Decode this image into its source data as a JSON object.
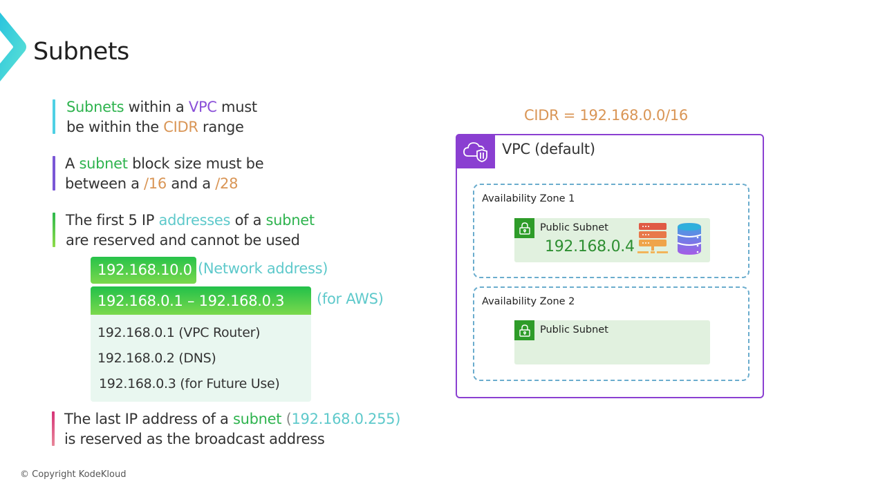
{
  "header": {
    "title": "Subnets",
    "logo_icon": "chevron-logo-icon"
  },
  "colors": {
    "green": "#2eb34e",
    "purple": "#8a4fd8",
    "orange": "#d99555",
    "teal": "#5ec9cb",
    "vpc_border": "#8a3fd1",
    "az_border": "#6aaccd",
    "subnet_bg": "#e1f1df",
    "lock_bg": "#2e9c29"
  },
  "bullets": {
    "b1": {
      "w1": "Subnets",
      "w2": " within a ",
      "w3": "VPC",
      "w4": " must",
      "w5": "be within the ",
      "w6": "CIDR",
      "w7": " range"
    },
    "b2": {
      "w1": "A ",
      "w2": "subnet",
      "w3": " block size must be",
      "w4": "between a ",
      "w5": "/16",
      "w6": " and a ",
      "w7": "/28"
    },
    "b3": {
      "w1": "The first 5 IP ",
      "w2": "addresses",
      "w3": " of a ",
      "w4": "subnet",
      "w5": "are reserved and cannot be used"
    },
    "b4": {
      "w1": "The last IP address of a ",
      "w2": "subnet",
      "w3": " (",
      "w4": "192.168.0.255)",
      "w5": "is reserved as the broadcast address"
    }
  },
  "reserved": {
    "network_ip": "192.168.10.0",
    "network_label": "(Network address)",
    "aws_range": "192.168.0.1 – 192.168.0.3",
    "aws_label": "(for AWS)",
    "aws_items": [
      "192.168.0.1 (VPC Router)",
      "192.168.0.2 (DNS)",
      "192.168.0.3 (for Future Use)"
    ]
  },
  "diagram": {
    "cidr": "CIDR = 192.168.0.0/16",
    "vpc_title": "VPC (default)",
    "vpc_icon": "cloud-shield-icon",
    "zones": [
      {
        "title": "Availability Zone 1",
        "subnet": {
          "title": "Public Subnet",
          "ip": "192.168.0.4",
          "icons": [
            "server-icon",
            "database-icon"
          ]
        }
      },
      {
        "title": "Availability Zone 2",
        "subnet": {
          "title": "Public Subnet",
          "ip": "",
          "icons": []
        }
      }
    ]
  },
  "footer": {
    "copyright": "© Copyright KodeKloud"
  }
}
